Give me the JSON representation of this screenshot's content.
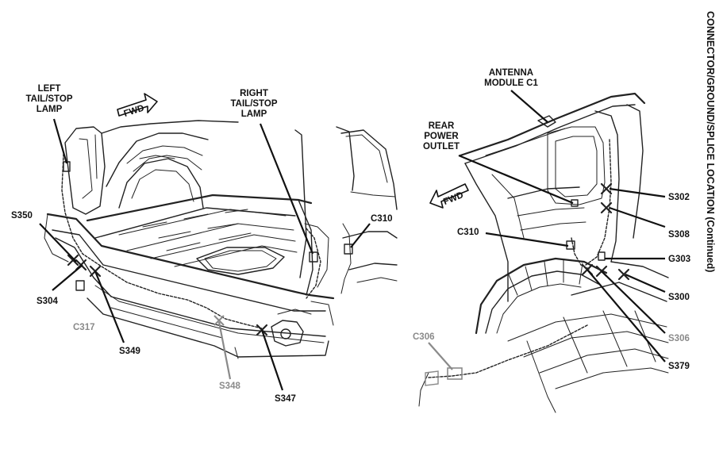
{
  "side_title": "CONNECTOR/GROUND/SPLICE LOCATION  (Continued)",
  "left_view": {
    "fwd_label": "FWD",
    "labels": {
      "left_tail": [
        "LEFT",
        "TAIL/STOP",
        "LAMP"
      ],
      "right_tail": [
        "RIGHT",
        "TAIL/STOP",
        "LAMP"
      ],
      "c310": "C310",
      "s350": "S350",
      "s304": "S304",
      "c317": "C317",
      "s349": "S349",
      "s348": "S348",
      "s347": "S347"
    }
  },
  "right_view": {
    "fwd_label": "FWD",
    "labels": {
      "antenna": [
        "ANTENNA",
        "MODULE C1"
      ],
      "rear_power": [
        "REAR",
        "POWER",
        "OUTLET"
      ],
      "c310": "C310",
      "s302": "S302",
      "s308": "S308",
      "g303": "G303",
      "s300": "S300",
      "s306": "S306",
      "s379": "S379",
      "c306": "C306"
    }
  },
  "colors": {
    "ink": "#111111",
    "faded": "#8a8a8a"
  }
}
